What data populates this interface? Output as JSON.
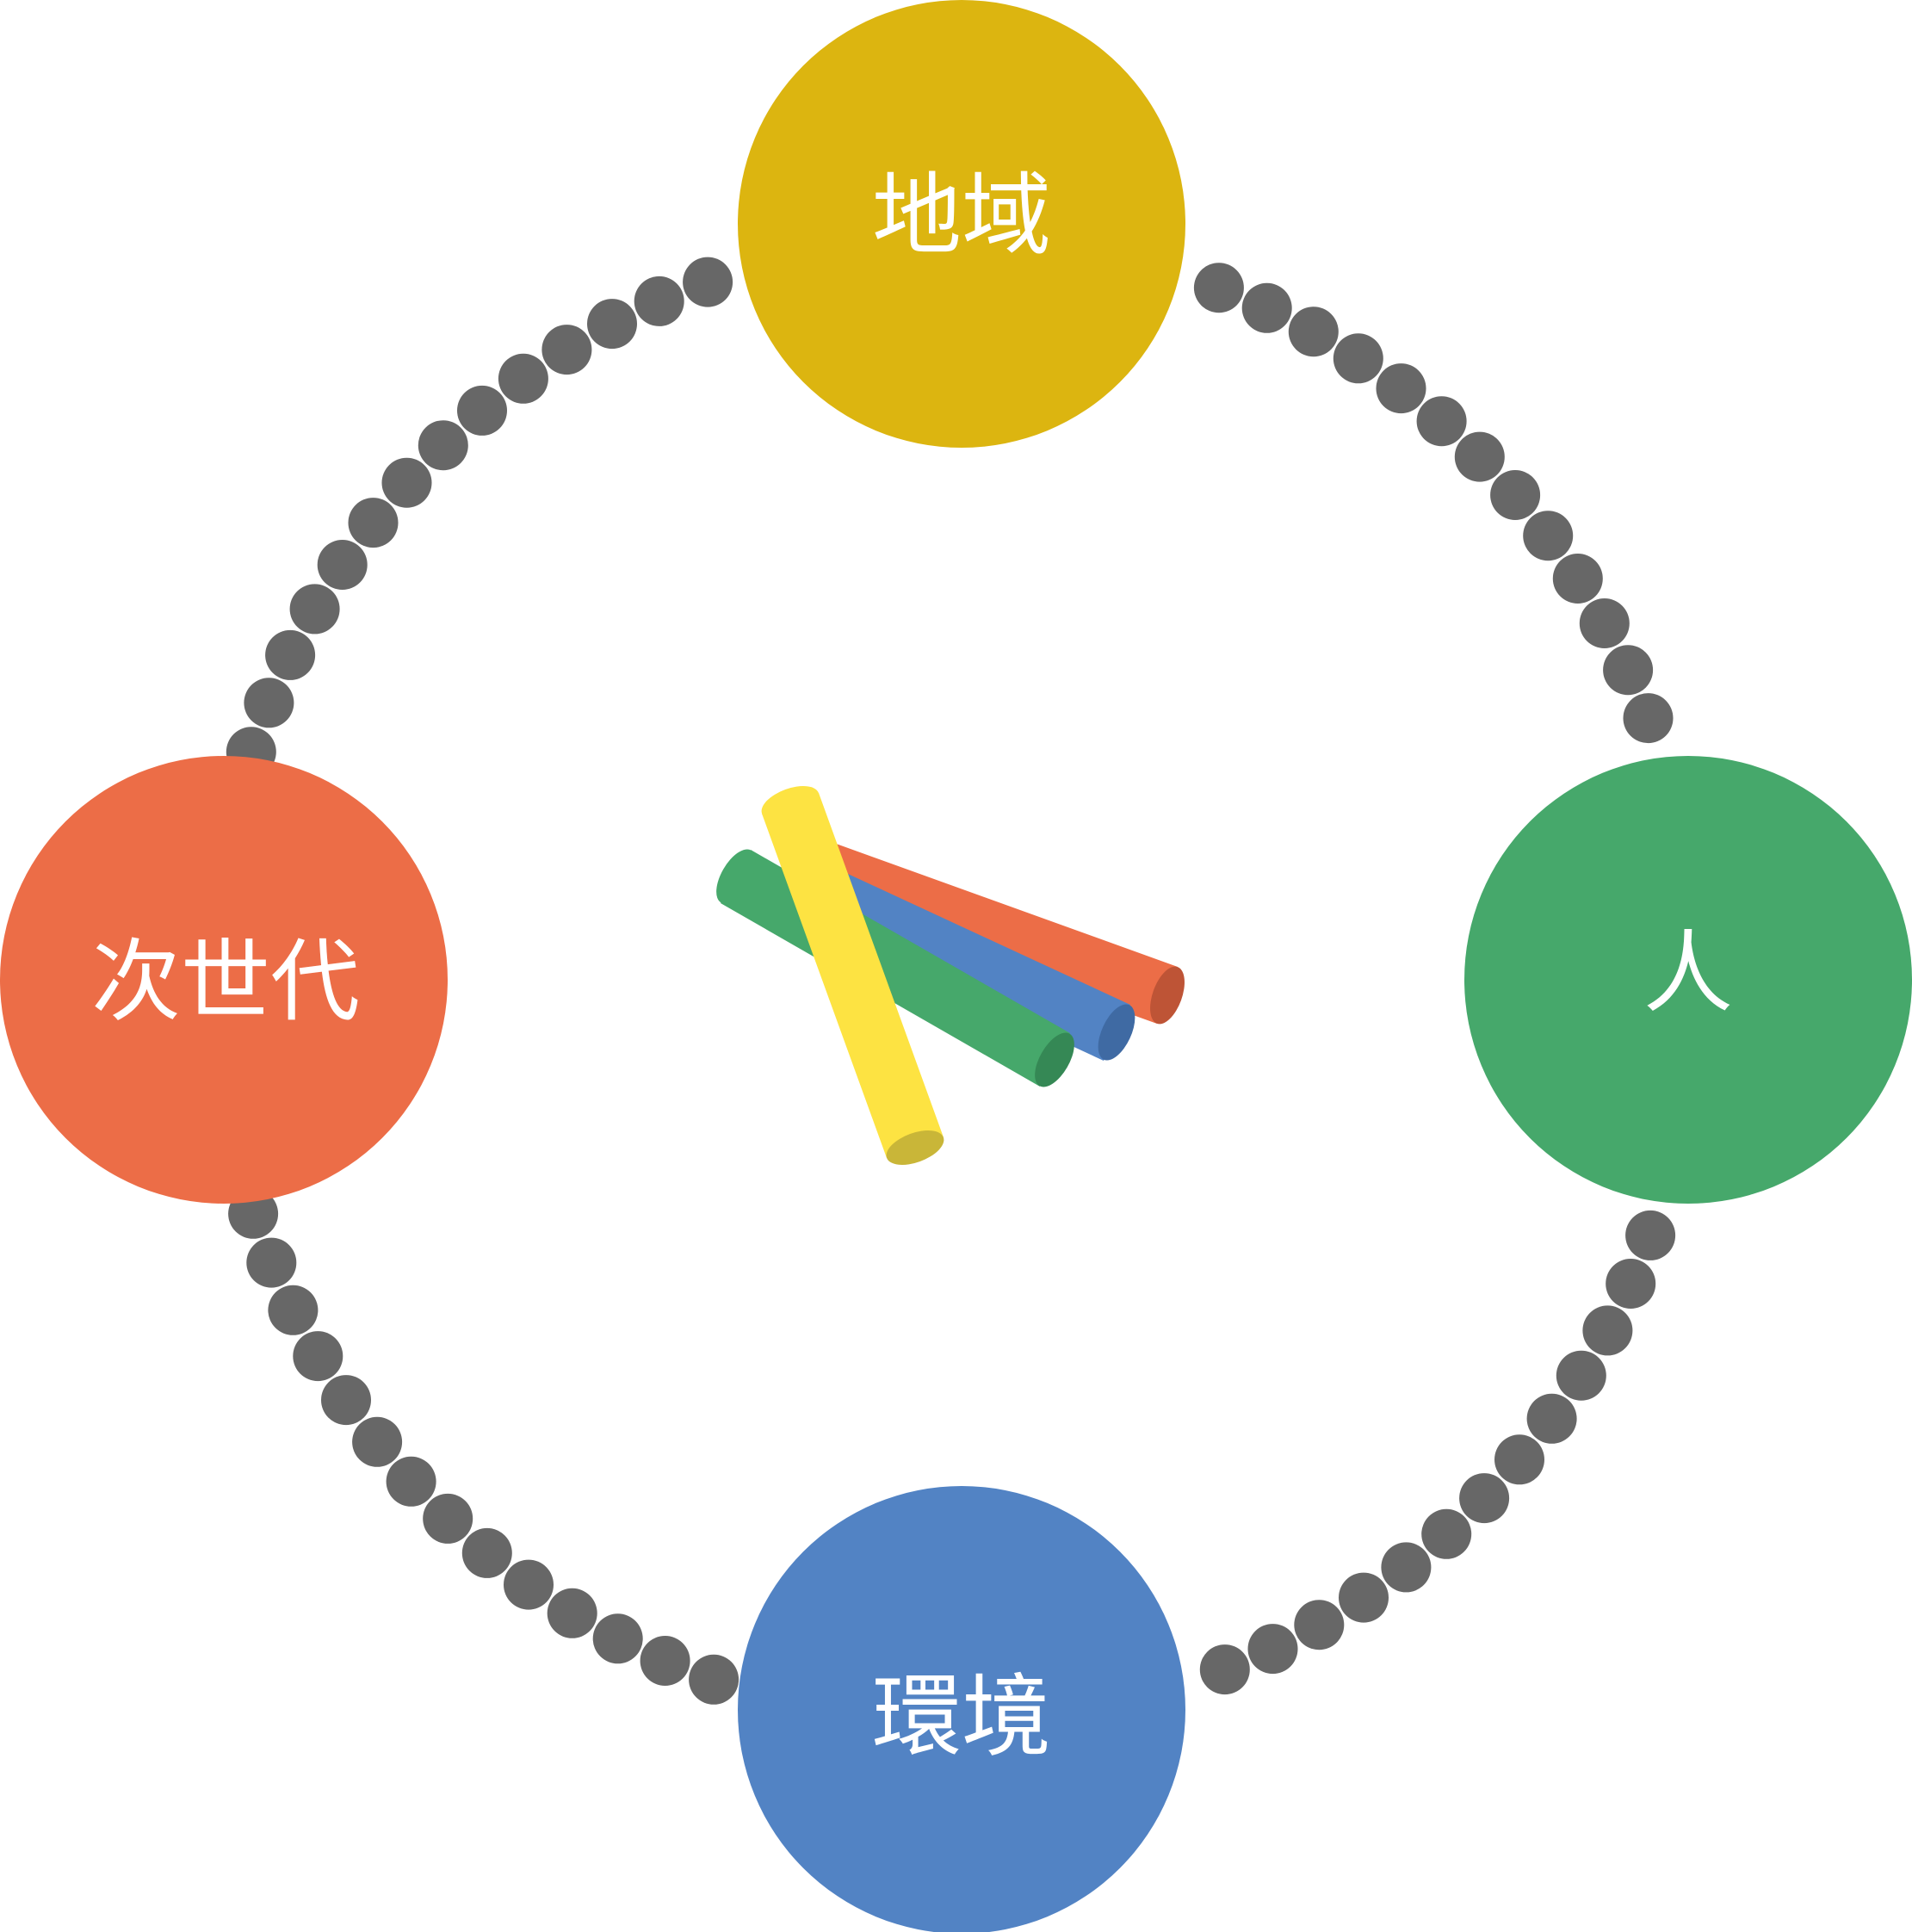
{
  "diagram": {
    "nodes": [
      {
        "id": "region",
        "label": "地域",
        "color": "#DCB510"
      },
      {
        "id": "people",
        "label": "人",
        "color": "#46A86B"
      },
      {
        "id": "environment",
        "label": "環境",
        "color": "#5283C4"
      },
      {
        "id": "next-generation",
        "label": "次世代",
        "color": "#EC6D47"
      }
    ],
    "connector": {
      "style": "dotted",
      "color": "#676767"
    },
    "center_icon": {
      "name": "chalk-icon",
      "colors": {
        "yellow": "#FDE342",
        "yellow_end": "#C9B638",
        "orange": "#EC6D47",
        "orange_end": "#BE5436",
        "blue": "#5283C4",
        "blue_end": "#3F6AA3",
        "green": "#46A86B",
        "green_end": "#358855"
      }
    }
  }
}
